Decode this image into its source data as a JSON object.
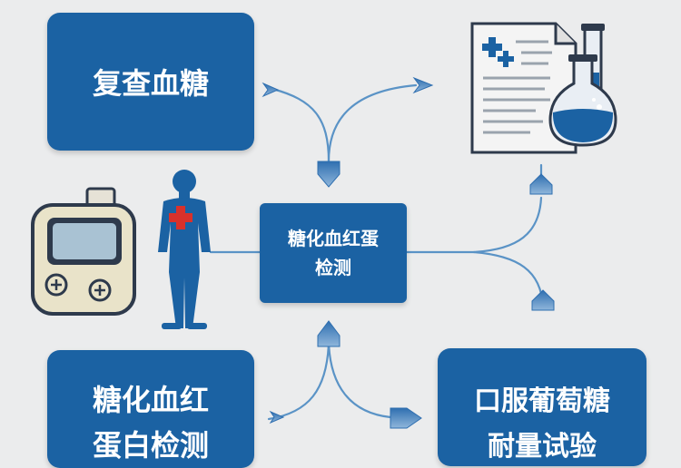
{
  "colors": {
    "background": "#ebeced",
    "box": "#1b62a3",
    "box_text": "#ffffff",
    "arrow": "#5a93c6",
    "cross": "#d9312b"
  },
  "boxes": {
    "recheck": {
      "line1": "复查血糖"
    },
    "center": {
      "line1": "糖化血红蛋",
      "line2": "检测"
    },
    "hba1c": {
      "line1": "糖化血红",
      "line2": "蛋白检测"
    },
    "ogtt": {
      "line1": "口服葡萄糖",
      "line2": "耐量试验"
    }
  },
  "icons": [
    "glucose-meter-icon",
    "human-body-icon",
    "medical-cross-icon",
    "lab-report-icon",
    "test-tube-icon",
    "flask-icon"
  ]
}
